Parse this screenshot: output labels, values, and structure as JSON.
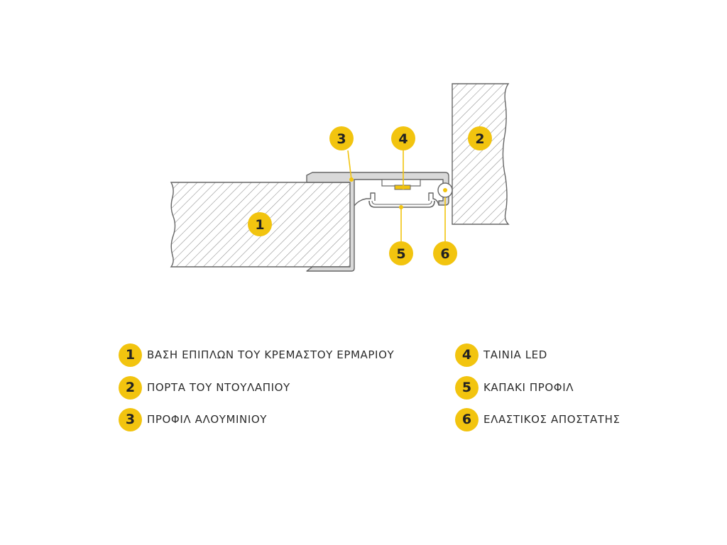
{
  "colors": {
    "accent_yellow": "#f2c40f",
    "outline": "#666666",
    "hatch": "#8c8c8c",
    "profile_fill": "#d9d9d9",
    "text": "#2b2b2b"
  },
  "callouts": {
    "c1": "1",
    "c2": "2",
    "c3": "3",
    "c4": "4",
    "c5": "5",
    "c6": "6"
  },
  "legend": [
    {
      "number": "1",
      "label": "ΒΑΣΗ ΕΠΙΠΛΩΝ ΤΟΥ ΚΡΕΜΑΣΤΟΥ ΕΡΜΑΡΙΟΥ"
    },
    {
      "number": "2",
      "label": "ΠΟΡΤΑ ΤΟΥ ΝΤΟΥΛΑΠΙΟΥ"
    },
    {
      "number": "3",
      "label": "ΠΡΟΦΙΛ ΑΛΟΥΜΙΝΙΟΥ"
    },
    {
      "number": "4",
      "label": "ΤΑΙΝΙΑ LED"
    },
    {
      "number": "5",
      "label": "ΚΑΠΑΚΙ ΠΡΟΦΙΛ"
    },
    {
      "number": "6",
      "label": "ΕΛΑΣΤΙΚΟΣ ΑΠΟΣΤΑΤΗΣ"
    }
  ]
}
